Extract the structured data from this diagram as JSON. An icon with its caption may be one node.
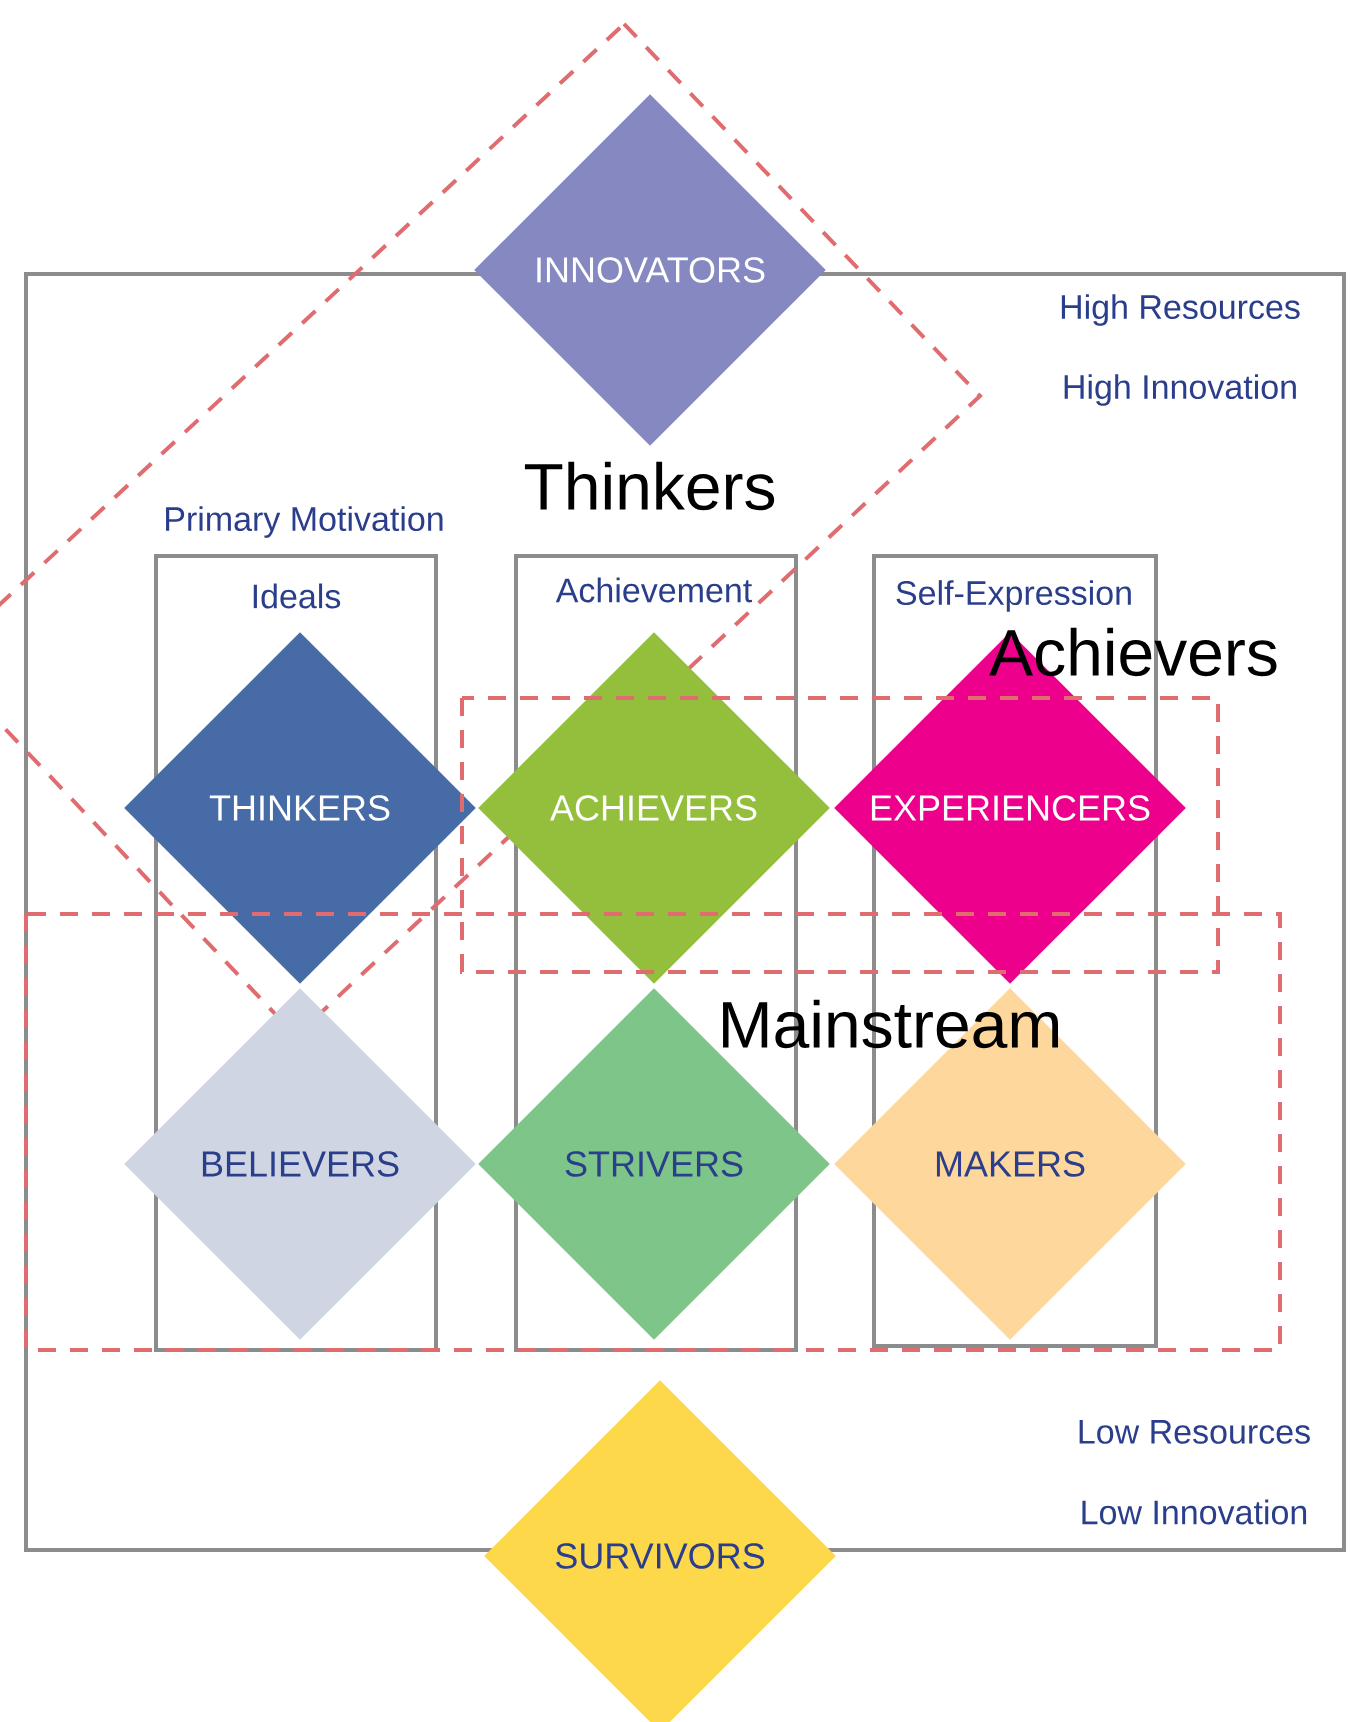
{
  "diagram": {
    "nodes": [
      {
        "text": [
          "Thinkers"
        ]
      },
      {
        "text": [
          "INNOVATORS"
        ],
        "in": 0
      },
      {
        "text": [
          "Achievers"
        ]
      },
      {
        "text": [
          "THINKERS"
        ],
        "in": 0
      },
      {
        "text": [
          "ACHIEVERS"
        ]
      },
      {
        "text": [
          "EXPERIENCERS"
        ]
      },
      {
        "text": [
          "Mainstream"
        ]
      },
      {
        "text": [
          "BELIEVERS"
        ],
        "in": 6
      },
      {
        "text": [
          "STRIVERS"
        ],
        "in": 6
      },
      {
        "text": [
          "MAKERS"
        ],
        "in": 6
      },
      {
        "text": [
          "SURVIVORS"
        ]
      }
    ],
    "labels": [
      "High Resources",
      "High Innovation",
      "Primary Motivation",
      "Ideals",
      "Achievement",
      "Self-Expression",
      "Low Resources",
      "Low Innovation"
    ]
  }
}
